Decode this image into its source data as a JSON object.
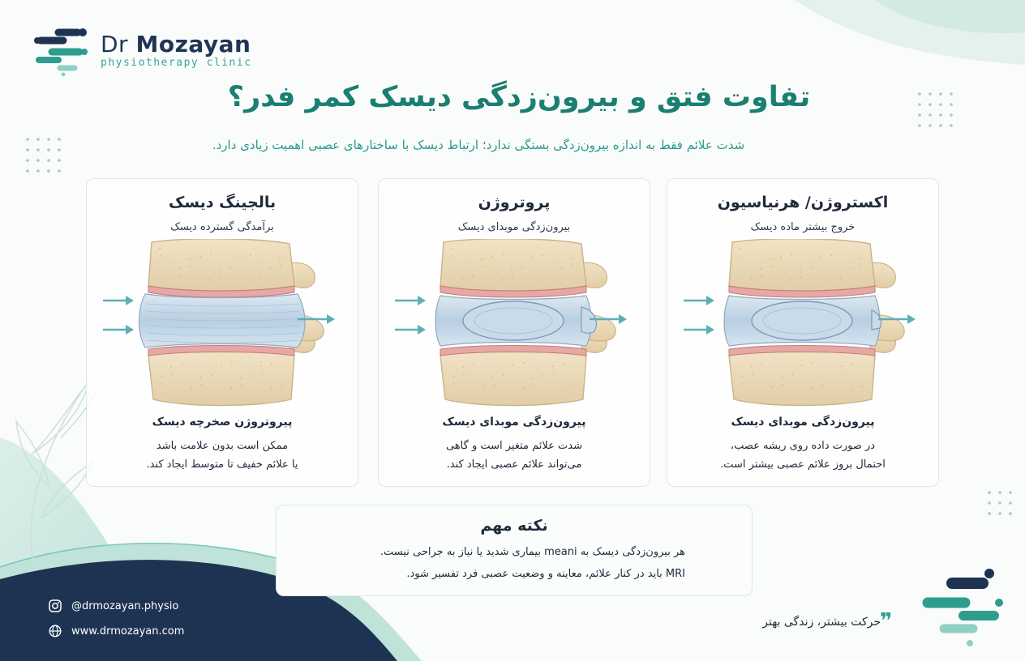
{
  "brand": {
    "name_light": "Dr ",
    "name_bold": "Mozayan",
    "sub": "physiotherapy clinic"
  },
  "title": "تفاوت فتق و بیرون‌زدگی دیسک کمر فدر؟",
  "subtitle": "شدت علائم فقط به اندازه بیرون‌زدگی بستگی ندارد؛ ارتباط دیسک با ساختارهای عصبی اهمیت زیادی دارد.",
  "cards": [
    {
      "title": "اکستروژن/ هرنیاسیون",
      "sub": "خروج بیشتر ماده دیسک",
      "label": "پیرون‌زدگی موبدای دیسک",
      "desc1": "در صورت داده روی ریشه عصب،",
      "desc2": "احتمال بروز علائم عصبی بیشتر است."
    },
    {
      "title": "پروتروژن",
      "sub": "بیرون‌زدگی موبدای دیسک",
      "label": "پیرون‌زدگی موبدای دیسک",
      "desc1": "شدت علائم متغیر است و گاهی",
      "desc2": "می‌تواند علائم عصبی ایجاد کند."
    },
    {
      "title": "بالجینگ دیسک",
      "sub": "برآمدگی گسترده دیسک",
      "label": "پیروتروژن صخرچه دیسک",
      "desc1": "ممکن است بدون علامت باشد",
      "desc2": "یا علائم خفیف تا متوسط ایجاد کند."
    }
  ],
  "note": {
    "title": "نکته مهم",
    "line1": "هر بیرون‌زدگی دیسک به meani بیماری شدید یا نیاز به جراحی نیست.",
    "line2": "MRI باید در کنار علائم، معاینه و وضعیت عصبی فرد تفسیر شود."
  },
  "contact": {
    "instagram": "@drmozayan.physio",
    "website": "www.drmozayan.com"
  },
  "quote": "حرکت بیشتر، زندگی بهتر",
  "quote_mark": "❞",
  "icons": [
    "logo-mark-icon",
    "spine-illustration-icon",
    "instagram-icon",
    "globe-icon",
    "leaf-icon"
  ],
  "colors": {
    "teal": "#2e9d8e",
    "navy": "#1e3352",
    "title": "#1a7f70"
  }
}
